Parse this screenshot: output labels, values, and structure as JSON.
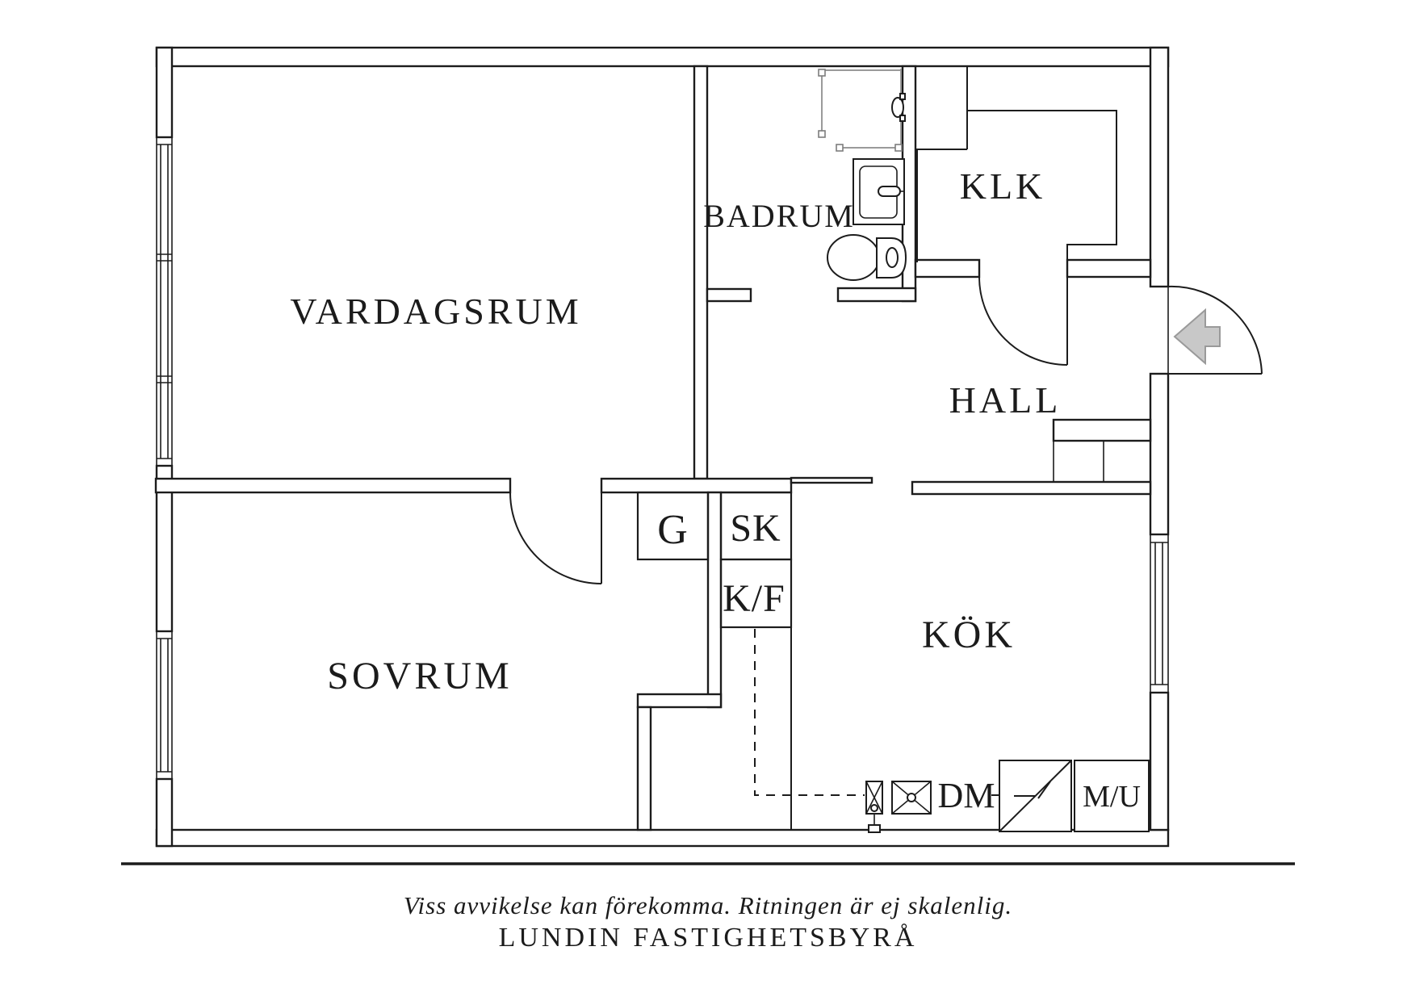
{
  "page": {
    "background": "#ffffff",
    "line_color": "#1c1c1c",
    "shower_line_color": "#9a9a9a",
    "arrow_fill": "#c8c8c8",
    "arrow_stroke": "#9a9a9a"
  },
  "rooms": {
    "vardagsrum": "VARDAGSRUM",
    "badrum": "BADRUM",
    "klk": "KLK",
    "hall": "HALL",
    "sovrum": "SOVRUM",
    "kok": "KÖK"
  },
  "storage": {
    "g": "G",
    "sk": "SK",
    "kf": "K/F"
  },
  "appliances": {
    "dm": "DM",
    "mu": "M/U"
  },
  "footer": {
    "disclaimer": "Viss avvikelse kan förekomma. Ritningen är ej skalenlig.",
    "agency": "LUNDIN FASTIGHETSBYRÅ"
  }
}
